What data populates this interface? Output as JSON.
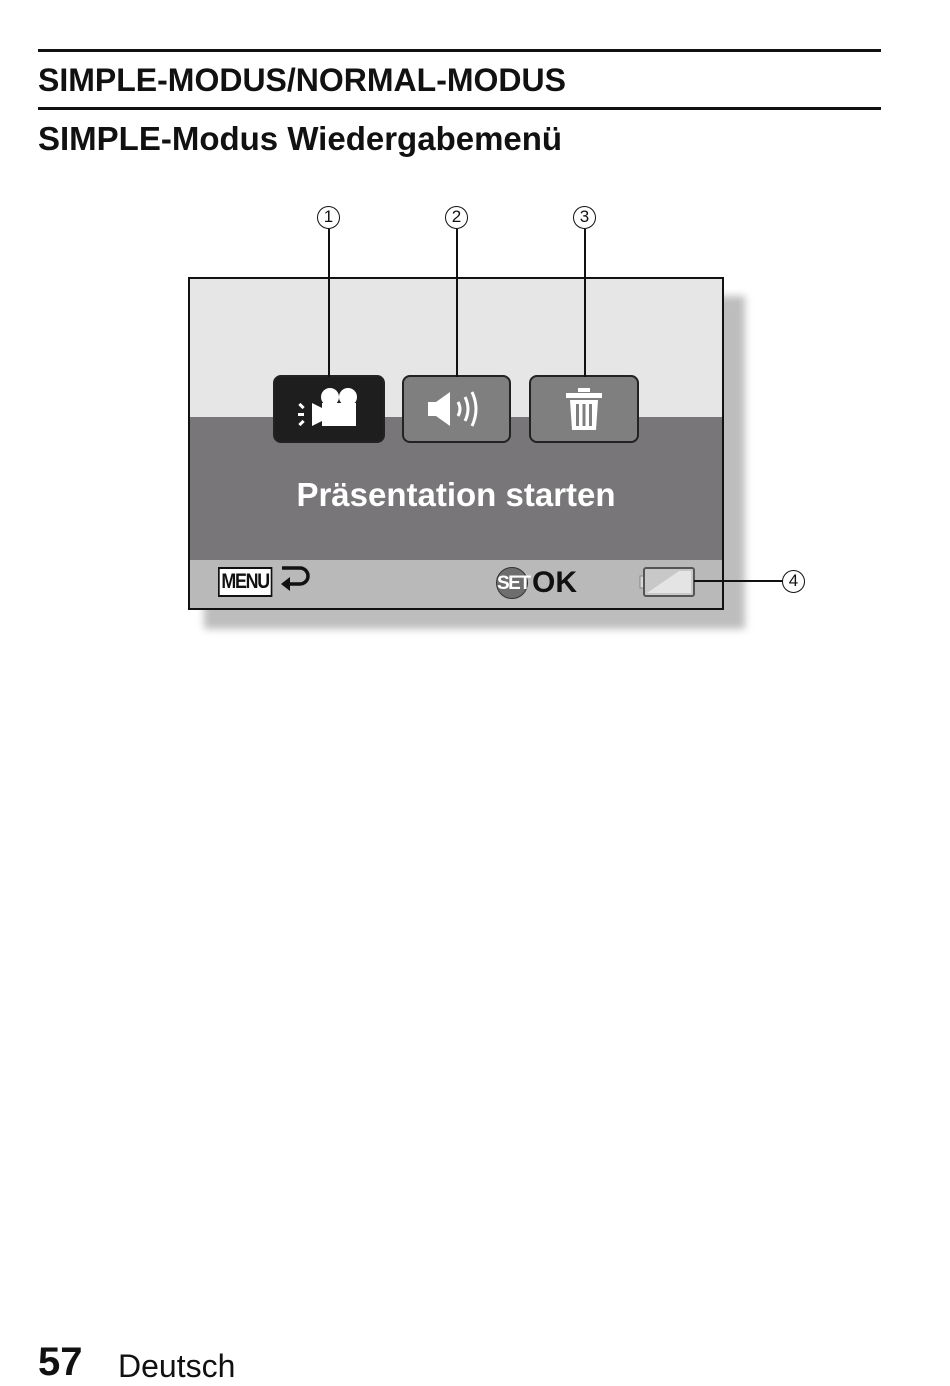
{
  "header": {
    "section_title": "SIMPLE-MODUS/NORMAL-MODUS",
    "sub_title": "SIMPLE-Modus Wiedergabemenü"
  },
  "callouts": [
    "1",
    "2",
    "3",
    "4"
  ],
  "screen": {
    "icons": [
      "slideshow-icon",
      "volume-icon",
      "trash-icon",
      "battery-icon"
    ],
    "selected_icon": "slideshow-icon",
    "menu_label": "Präsentation starten",
    "menu_key": "MENU",
    "set_key": "SET",
    "ok_label": "OK"
  },
  "footer": {
    "page_number": "57",
    "language": "Deutsch"
  },
  "colors": {
    "screen_top": "#e6e6e6",
    "screen_mid": "#787678",
    "screen_bottom": "#b9b9b9",
    "selected_button": "#1e1e1e",
    "unselected_button": "#7f7f7f"
  }
}
